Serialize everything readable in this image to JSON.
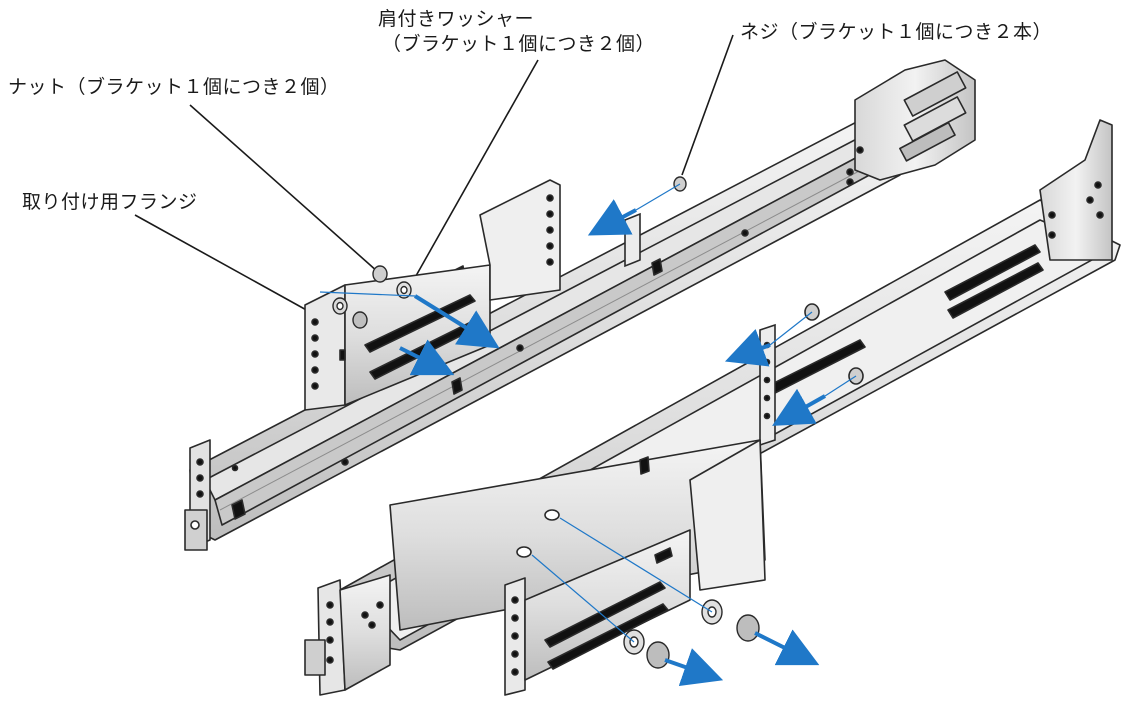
{
  "callouts": {
    "nut": "ナット（ブラケット１個につき２個）",
    "washer_line1": "肩付きワッシャー",
    "washer_line2": "（ブラケット１個につき２個）",
    "screw": "ネジ（ブラケット１個につき２本）",
    "flange": "取り付け用フランジ"
  },
  "colors": {
    "arrow": "#1f78c8",
    "metal_light": "#ececec",
    "metal_mid": "#cfcfcf",
    "metal_dark": "#8c8c8c",
    "outline": "#2a2a2a",
    "slot": "#111111"
  }
}
